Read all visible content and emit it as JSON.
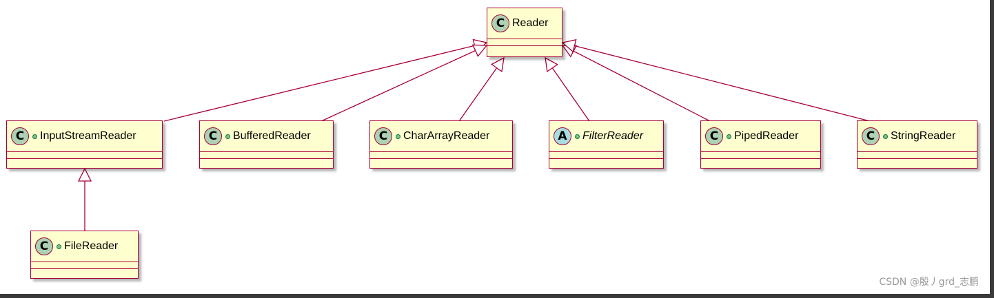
{
  "diagram": {
    "stroke_color": "#a80036",
    "class_fill": "#fefece",
    "classes": [
      {
        "id": "reader",
        "name": "Reader",
        "kind": "C",
        "abstract": false,
        "public_marker": false
      },
      {
        "id": "inputstreamreader",
        "name": "InputStreamReader",
        "kind": "C",
        "abstract": false,
        "public_marker": true
      },
      {
        "id": "bufferedreader",
        "name": "BufferedReader",
        "kind": "C",
        "abstract": false,
        "public_marker": true
      },
      {
        "id": "chararrayreader",
        "name": "CharArrayReader",
        "kind": "C",
        "abstract": false,
        "public_marker": true
      },
      {
        "id": "filterreader",
        "name": "FilterReader",
        "kind": "A",
        "abstract": true,
        "public_marker": true
      },
      {
        "id": "pipedreader",
        "name": "PipedReader",
        "kind": "C",
        "abstract": false,
        "public_marker": true
      },
      {
        "id": "stringreader",
        "name": "StringReader",
        "kind": "C",
        "abstract": false,
        "public_marker": true
      },
      {
        "id": "filereader",
        "name": "FileReader",
        "kind": "C",
        "abstract": false,
        "public_marker": true
      }
    ],
    "relations": [
      {
        "child": "inputstreamreader",
        "parent": "reader",
        "type": "extends"
      },
      {
        "child": "bufferedreader",
        "parent": "reader",
        "type": "extends"
      },
      {
        "child": "chararrayreader",
        "parent": "reader",
        "type": "extends"
      },
      {
        "child": "filterreader",
        "parent": "reader",
        "type": "extends"
      },
      {
        "child": "pipedreader",
        "parent": "reader",
        "type": "extends"
      },
      {
        "child": "stringreader",
        "parent": "reader",
        "type": "extends"
      },
      {
        "child": "filereader",
        "parent": "inputstreamreader",
        "type": "extends"
      }
    ]
  },
  "watermark": "CSDN @殷丿grd_志鹏"
}
